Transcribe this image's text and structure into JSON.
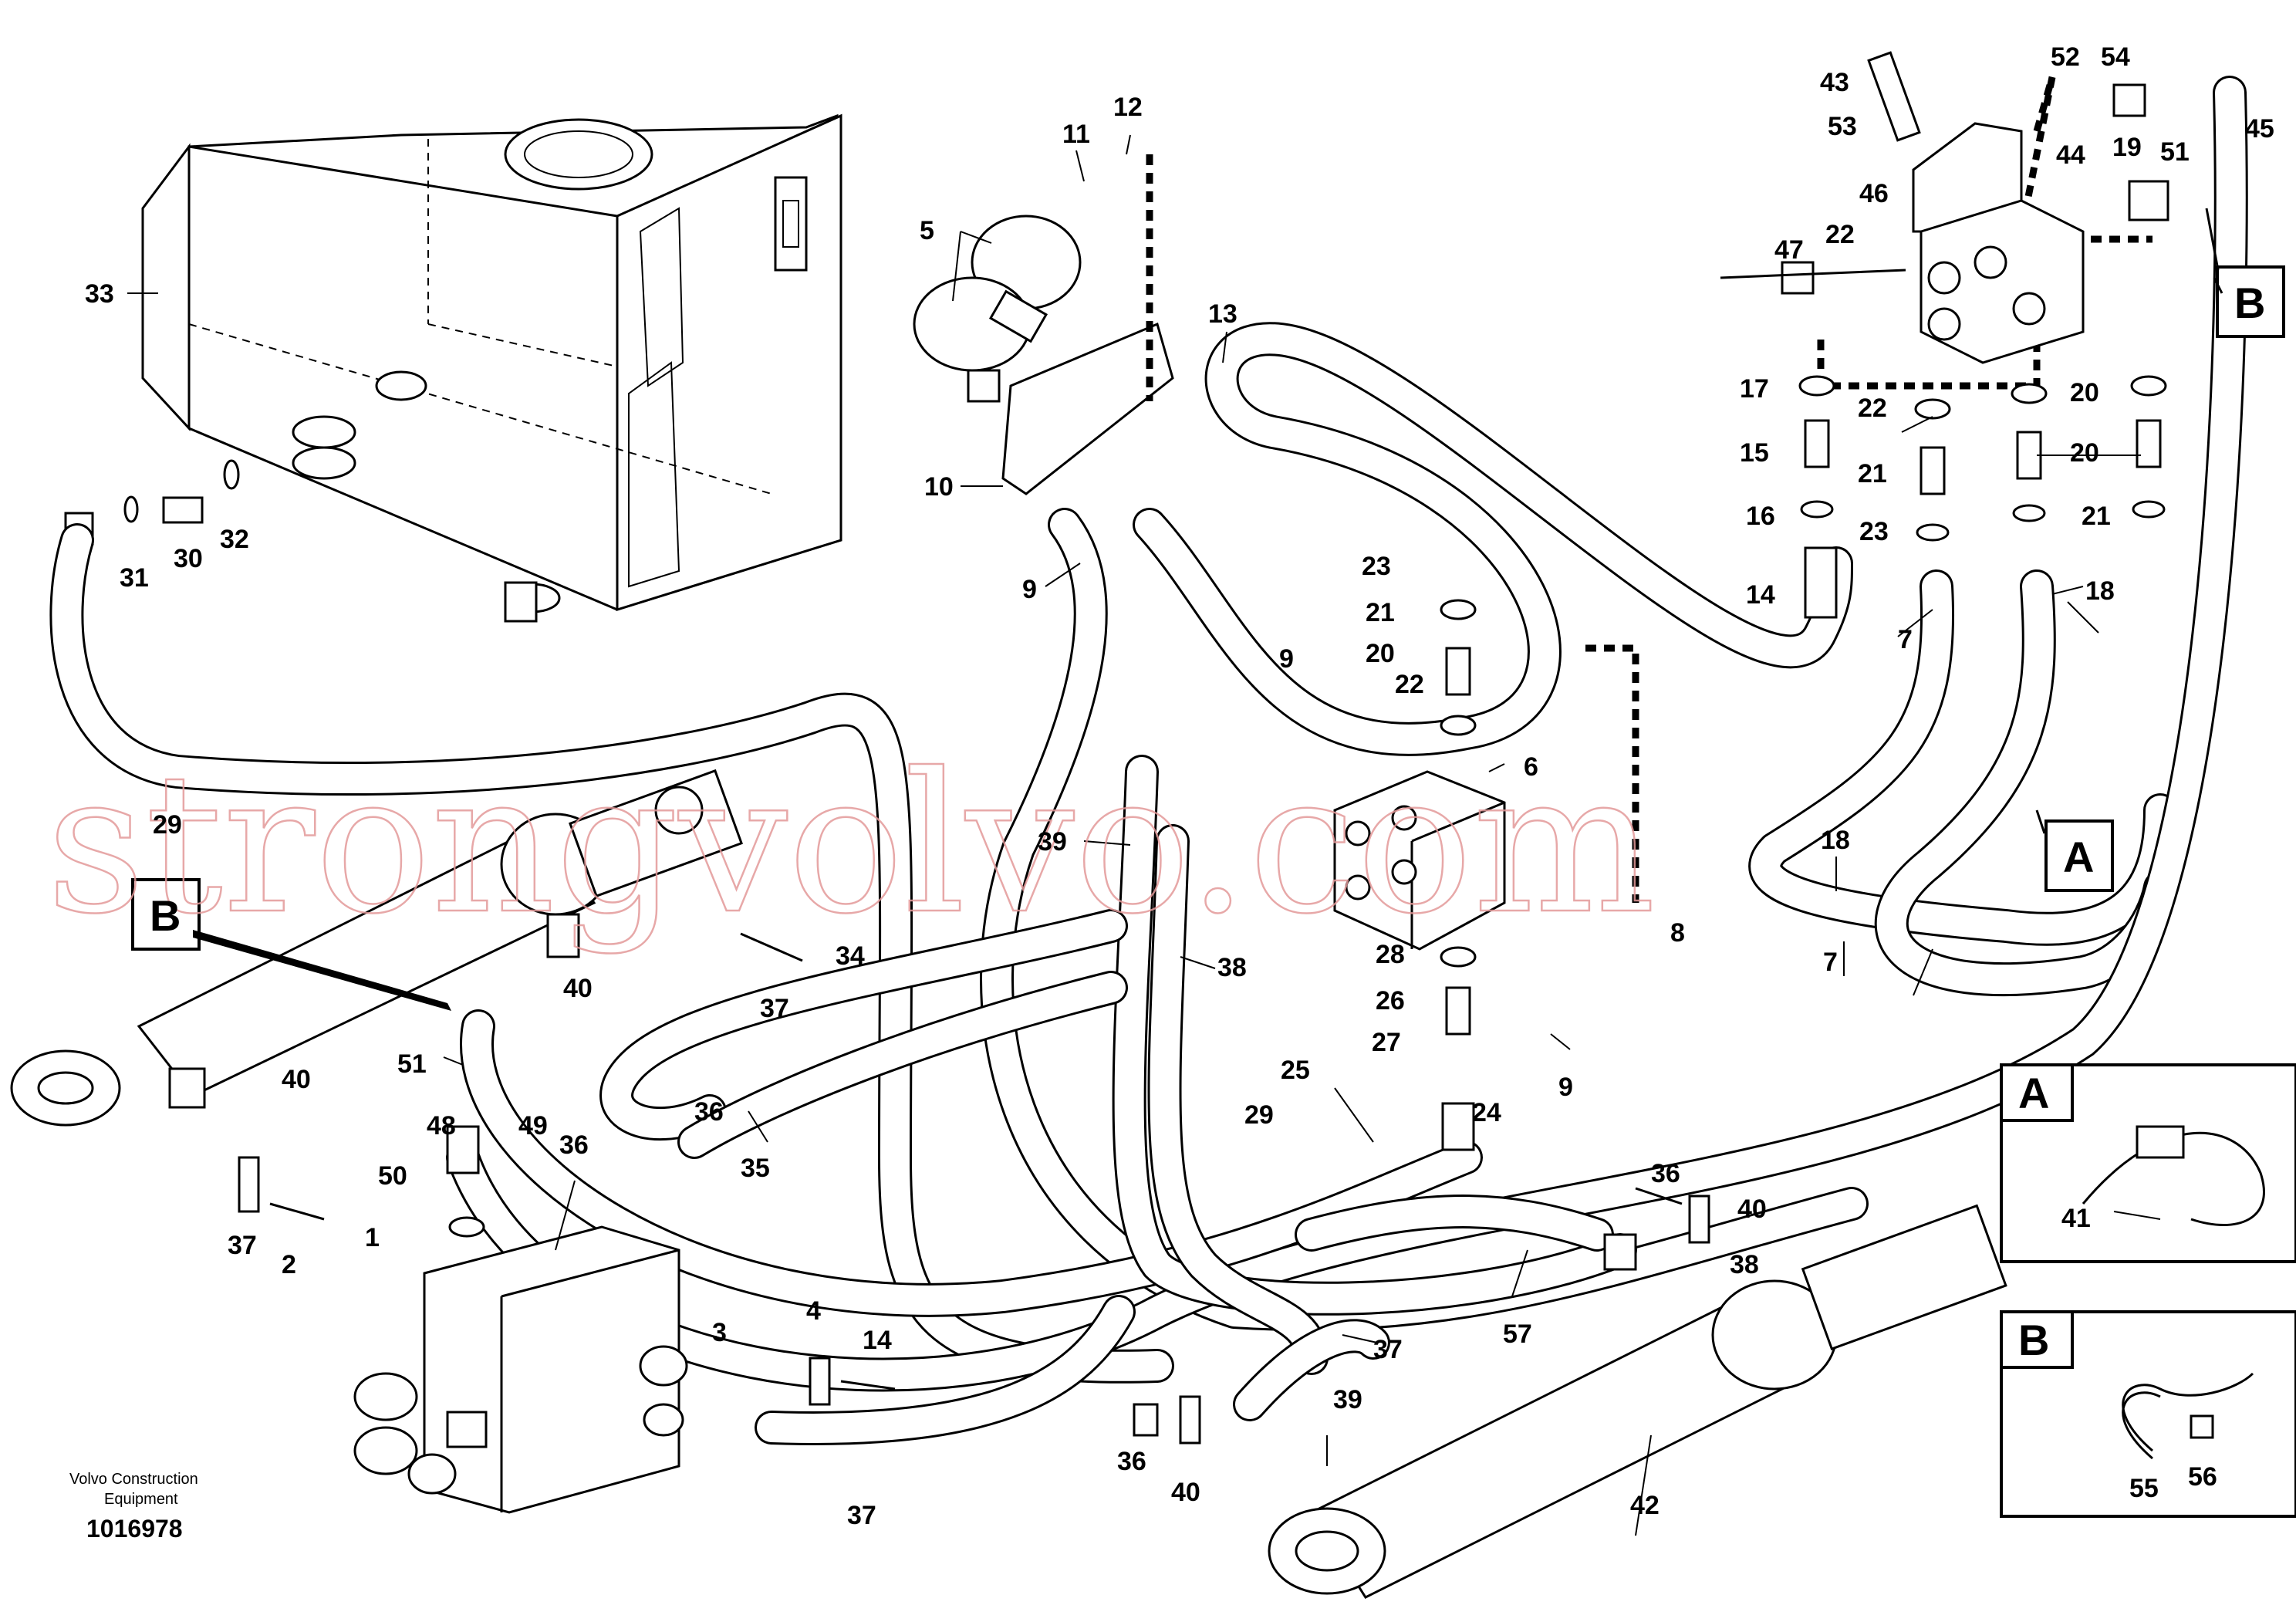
{
  "watermark": "strongvolvo.com",
  "publisher": "Volvo Construction Equipment",
  "document_number": "1016978",
  "detail_boxes": [
    {
      "letter": "A",
      "callouts": [
        "41"
      ]
    },
    {
      "letter": "B",
      "callouts": [
        "55",
        "56"
      ]
    }
  ],
  "reference_letters": [
    "B",
    "A",
    "B"
  ],
  "callouts": [
    "33",
    "31",
    "30",
    "32",
    "29",
    "5",
    "11",
    "12",
    "13",
    "10",
    "9",
    "9",
    "23",
    "21",
    "20",
    "22",
    "6",
    "39",
    "38",
    "28",
    "26",
    "27",
    "25",
    "24",
    "8",
    "18",
    "7",
    "9",
    "29",
    "35",
    "36",
    "37",
    "34",
    "40",
    "40",
    "51",
    "48",
    "49",
    "50",
    "1",
    "36",
    "37",
    "2",
    "3",
    "4",
    "14",
    "37",
    "36",
    "40",
    "39",
    "37",
    "36",
    "40",
    "38",
    "57",
    "42",
    "43",
    "53",
    "52",
    "54",
    "51",
    "45",
    "44",
    "19",
    "46",
    "47",
    "22",
    "17",
    "22",
    "20",
    "15",
    "20",
    "21",
    "16",
    "21",
    "23",
    "14",
    "7",
    "18"
  ]
}
